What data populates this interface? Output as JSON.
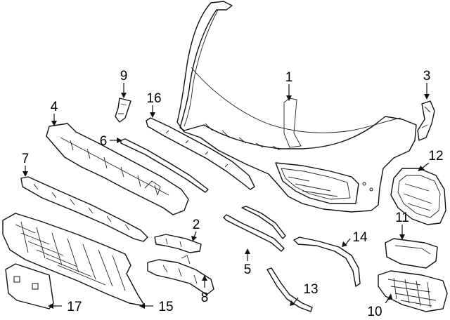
{
  "callouts": [
    {
      "id": "1",
      "label": "1"
    },
    {
      "id": "2",
      "label": "2"
    },
    {
      "id": "3",
      "label": "3"
    },
    {
      "id": "4",
      "label": "4"
    },
    {
      "id": "5",
      "label": "5"
    },
    {
      "id": "6",
      "label": "6"
    },
    {
      "id": "7",
      "label": "7"
    },
    {
      "id": "8",
      "label": "8"
    },
    {
      "id": "9",
      "label": "9"
    },
    {
      "id": "10",
      "label": "10"
    },
    {
      "id": "11",
      "label": "11"
    },
    {
      "id": "12",
      "label": "12"
    },
    {
      "id": "13",
      "label": "13"
    },
    {
      "id": "14",
      "label": "14"
    },
    {
      "id": "15",
      "label": "15"
    },
    {
      "id": "16",
      "label": "16"
    },
    {
      "id": "17",
      "label": "17"
    }
  ],
  "colors": {
    "line": "#111111",
    "background": "#ffffff"
  }
}
